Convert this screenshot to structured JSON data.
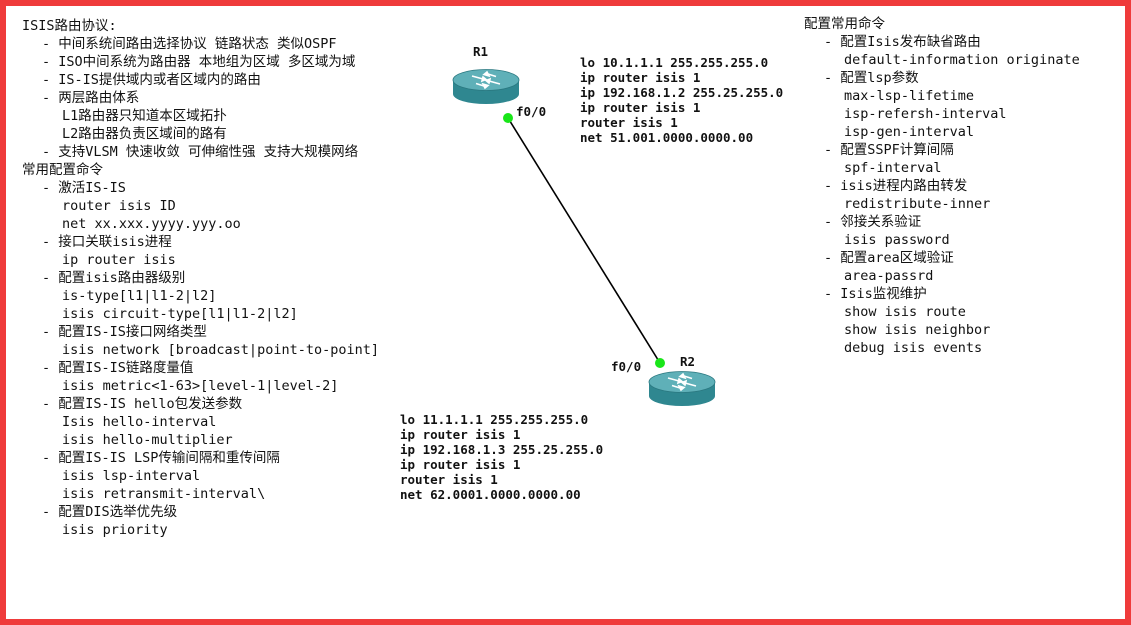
{
  "left_notes": [
    {
      "text": "ISIS路由协议:",
      "level": 0
    },
    {
      "text": "- 中间系统间路由选择协议 链路状态 类似OSPF",
      "level": 1
    },
    {
      "text": "- ISO中间系统为路由器 本地组为区域 多区域为域",
      "level": 1
    },
    {
      "text": "- IS-IS提供域内或者区域内的路由",
      "level": 1
    },
    {
      "text": "- 两层路由体系",
      "level": 1
    },
    {
      "text": "L1路由器只知道本区域拓扑",
      "level": 2
    },
    {
      "text": "L2路由器负责区域间的路有",
      "level": 2
    },
    {
      "text": "- 支持VLSM 快速收敛 可伸缩性强 支持大规模网络",
      "level": 1
    },
    {
      "text": "常用配置命令",
      "level": 0
    },
    {
      "text": "- 激活IS-IS",
      "level": 1
    },
    {
      "text": "router isis ID",
      "level": 2
    },
    {
      "text": "net xx.xxx.yyyy.yyy.oo",
      "level": 2
    },
    {
      "text": "- 接口关联isis进程",
      "level": 1
    },
    {
      "text": "ip router isis",
      "level": 2
    },
    {
      "text": "- 配置isis路由器级别",
      "level": 1
    },
    {
      "text": "is-type[l1|l1-2|l2]",
      "level": 2
    },
    {
      "text": "isis circuit-type[l1|l1-2|l2]",
      "level": 2
    },
    {
      "text": "- 配置IS-IS接口网络类型",
      "level": 1
    },
    {
      "text": "isis network [broadcast|point-to-point]",
      "level": 2
    },
    {
      "text": "- 配置IS-IS链路度量值",
      "level": 1
    },
    {
      "text": "isis metric<1-63>[level-1|level-2]",
      "level": 2
    },
    {
      "text": "- 配置IS-IS hello包发送参数",
      "level": 1
    },
    {
      "text": "Isis hello-interval",
      "level": 2
    },
    {
      "text": "isis hello-multiplier",
      "level": 2
    },
    {
      "text": "- 配置IS-IS LSP传输间隔和重传间隔",
      "level": 1
    },
    {
      "text": "isis lsp-interval",
      "level": 2
    },
    {
      "text": "isis retransmit-interval\\",
      "level": 2
    },
    {
      "text": "- 配置DIS选举优先级",
      "level": 1
    },
    {
      "text": "isis priority",
      "level": 2
    }
  ],
  "right_notes": [
    {
      "text": "配置常用命令",
      "level": 0
    },
    {
      "text": "- 配置Isis发布缺省路由",
      "level": 1
    },
    {
      "text": "default-information originate",
      "level": 2
    },
    {
      "text": "- 配置lsp参数",
      "level": 1
    },
    {
      "text": "max-lsp-lifetime",
      "level": 2
    },
    {
      "text": "isp-refersh-interval",
      "level": 2
    },
    {
      "text": "isp-gen-interval",
      "level": 2
    },
    {
      "text": "- 配置SSPF计算间隔",
      "level": 1
    },
    {
      "text": "spf-interval",
      "level": 2
    },
    {
      "text": "- isis进程内路由转发",
      "level": 1
    },
    {
      "text": "redistribute-inner",
      "level": 2
    },
    {
      "text": "- 邻接关系验证",
      "level": 1
    },
    {
      "text": "isis password",
      "level": 2
    },
    {
      "text": "- 配置area区域验证",
      "level": 1
    },
    {
      "text": "area-passrd",
      "level": 2
    },
    {
      "text": "- Isis监视维护",
      "level": 1
    },
    {
      "text": "show isis route",
      "level": 2
    },
    {
      "text": "show isis neighbor",
      "level": 2
    },
    {
      "text": "debug isis events",
      "level": 2
    }
  ],
  "topology": {
    "r1": {
      "name": "R1",
      "interface": "f0/0",
      "config": [
        "lo 10.1.1.1 255.255.255.0",
        "ip router isis 1",
        "ip 192.168.1.2 255.25.255.0",
        "ip router isis 1",
        "router isis 1",
        "net 51.001.0000.0000.00"
      ]
    },
    "r2": {
      "name": "R2",
      "interface": "f0/0",
      "config": [
        "lo 11.1.1.1 255.255.255.0",
        "ip router isis 1",
        "ip 192.168.1.3 255.25.255.0",
        "ip router isis 1",
        "router isis 1",
        "net 62.0001.0000.0000.00"
      ]
    }
  },
  "colors": {
    "border": "#ef3b3b",
    "router_body": "#2f8790",
    "router_top": "#5fb0b8",
    "link_up": "#19e619",
    "link": "#000000"
  },
  "icons": [
    "router-icon",
    "interface-up-dot"
  ]
}
